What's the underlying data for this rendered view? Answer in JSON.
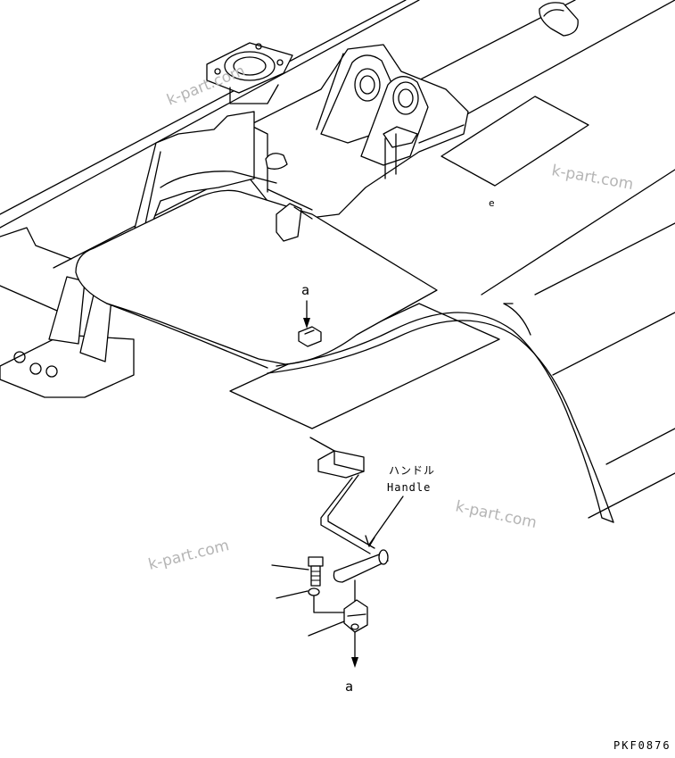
{
  "callouts": {
    "top_a": "a",
    "bottom_a": "a",
    "small_mark": "e"
  },
  "handle": {
    "label_ja": "ハンドル",
    "label_en": "Handle"
  },
  "watermarks": [
    "k-part.com",
    "k-part.com",
    "k-part.com",
    "k-part.com"
  ],
  "drawing_code": "PKF0876",
  "colors": {
    "line": "#000000",
    "watermark": "#b5b5b5",
    "background": "#ffffff"
  }
}
